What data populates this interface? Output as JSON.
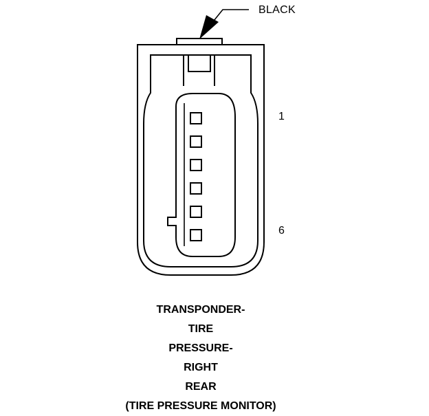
{
  "connector": {
    "color_label": "BLACK",
    "first_pin_label": "1",
    "last_pin_label": "6",
    "pin_count": 6,
    "caption_lines": [
      "TRANSPONDER-",
      "TIRE",
      "PRESSURE-",
      "RIGHT",
      "REAR",
      "(TIRE PRESSURE MONITOR)"
    ]
  }
}
